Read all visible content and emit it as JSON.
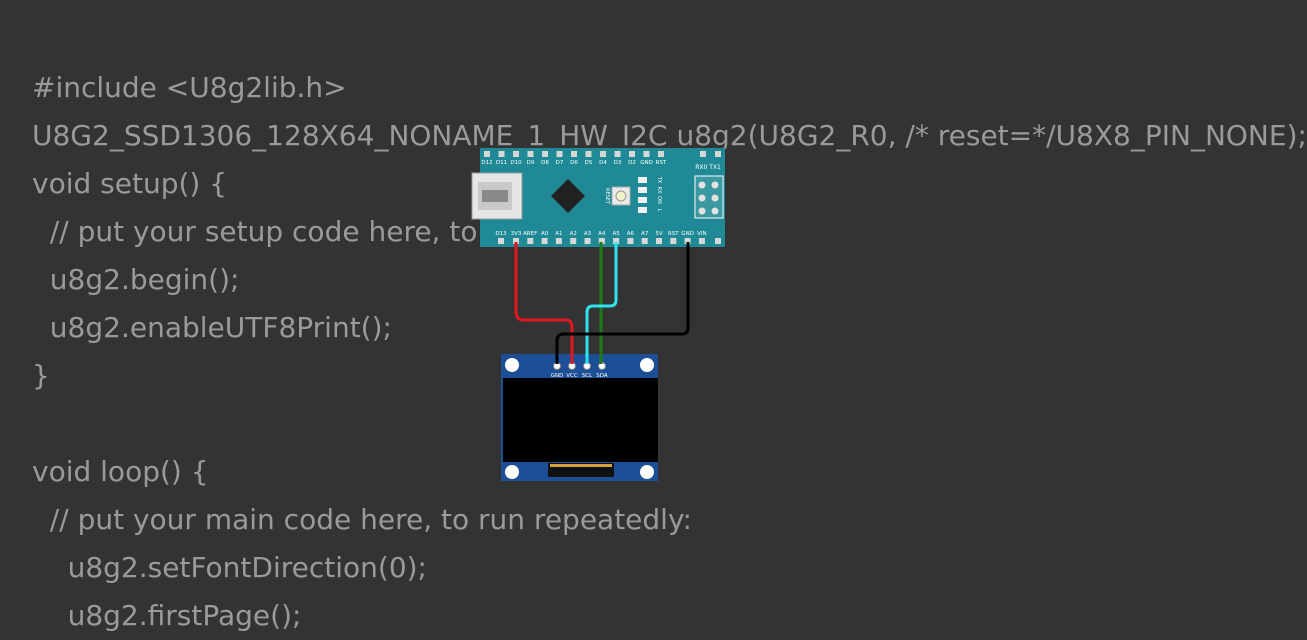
{
  "code_lines": [
    "#include <U8g2lib.h>",
    "U8G2_SSD1306_128X64_NONAME_1_HW_I2C u8g2(U8G2_R0, /* reset=*/U8X8_PIN_NONE);",
    "void setup() {",
    "  // put your setup code here, to run once:",
    "  u8g2.begin();",
    "  u8g2.enableUTF8Print();",
    "}",
    "",
    "void loop() {",
    "  // put your main code here, to run repeatedly:",
    "    u8g2.setFontDirection(0);",
    "    u8g2.firstPage();"
  ],
  "arduino": {
    "top_pins": [
      "D12",
      "D11",
      "D10",
      "D9",
      "D8",
      "D7",
      "D6",
      "D5",
      "D4",
      "D3",
      "D2",
      "GND",
      "RST"
    ],
    "bottom_pins": [
      "D13",
      "3V3",
      "AREF",
      "A0",
      "A1",
      "A2",
      "A3",
      "A4",
      "A5",
      "A6",
      "A7",
      "5V",
      "RST",
      "GND",
      "VIN"
    ],
    "rx_tx": "RX0 TX1",
    "reset_label": "RESET",
    "led_labels": [
      "TX",
      "RX",
      "ON",
      "L"
    ]
  },
  "oled": {
    "pins": [
      "GND",
      "VCC",
      "SCL",
      "SDA"
    ]
  },
  "colors": {
    "background": "#333333",
    "code_text": "#9a9a9a",
    "board": "#1f8a95",
    "oled_board": "#1d4f96",
    "wire_red": "#e3171f",
    "wire_green": "#1d7a14",
    "wire_cyan": "#2ee3ee",
    "wire_black": "#000000"
  }
}
